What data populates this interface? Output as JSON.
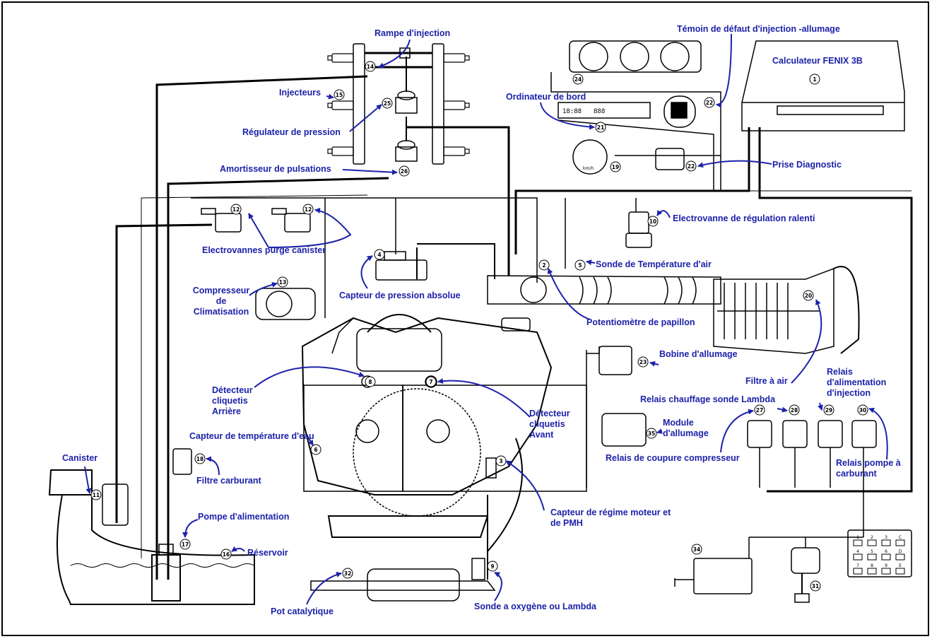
{
  "diagram": {
    "labels": {
      "rampe": "Rampe d'injection",
      "temoin": "Témoin de défaut d'injection -allumage",
      "calculateur": "Calculateur FENIX 3B",
      "injecteurs": "Injecteurs",
      "ordinateur": "Ordinateur de bord",
      "regulateur": "Régulateur de pression",
      "amortisseur": "Amortisseur de pulsations",
      "prise": "Prise Diagnostic",
      "electrovanne_ralenti": "Electrovanne de régulation ralenti",
      "electrovannes_purge": "Electrovannes purge canister",
      "sonde_temp_air": "Sonde de Température d'air",
      "capteur_pression": "Capteur de pression absolue",
      "compresseur_1": "Compresseur",
      "compresseur_2": "de",
      "compresseur_3": "Climatisation",
      "potentiometre": "Potentiomètre de papillon",
      "bobine": "Bobine d'allumage",
      "filtre_air": "Filtre à air",
      "relais_alim_1": "Relais",
      "relais_alim_2": "d'alimentation",
      "relais_alim_3": "d'injection",
      "detecteur_arr_1": "Détecteur",
      "detecteur_arr_2": "cliquetis",
      "detecteur_arr_3": "Arrière",
      "relais_lambda": "Relais chauffage sonde Lambda",
      "module_1": "Module",
      "module_2": "d'allumage",
      "detecteur_av_1": "Détecteur",
      "detecteur_av_2": "cliquetis",
      "detecteur_av_3": "Avant",
      "capteur_temp_eau": "Capteur de température d'eau",
      "relais_compresseur": "Relais de coupure compresseur",
      "canister": "Canister",
      "filtre_carburant": "Filtre carburant",
      "relais_pompe_1": "Relais pompe à",
      "relais_pompe_2": "carburant",
      "pompe": "Pompe d'alimentation",
      "capteur_regime_1": "Capteur de régime moteur et",
      "capteur_regime_2": "de PMH",
      "reservoir": "Réservoir",
      "pot": "Pot catalytique",
      "sonde_lambda": "Sonde a oxygène ou Lambda"
    },
    "numbers": {
      "n1": "1",
      "n2": "2",
      "n3": "3",
      "n4": "4",
      "n5": "5",
      "n6": "6",
      "n7": "7",
      "n8": "8",
      "n9": "9",
      "n10": "10",
      "n11": "11",
      "n12a": "12",
      "n12b": "12",
      "n13": "13",
      "n14": "14",
      "n15": "15",
      "n16": "16",
      "n17": "17",
      "n18": "18",
      "n19": "19",
      "n20": "20",
      "n21": "21",
      "n22a": "22",
      "n22b": "22",
      "n23": "23",
      "n24": "24",
      "n25": "25",
      "n26": "26",
      "n27": "27",
      "n28": "28",
      "n29": "29",
      "n30": "30",
      "n31": "31",
      "n32": "32",
      "n34": "34",
      "n35": "35"
    },
    "dashboard": {
      "clock": "18:88",
      "display": "888",
      "speed_unit": "km/h"
    },
    "keypad": [
      "1",
      "2",
      "3",
      "C",
      "4",
      "5",
      "6",
      "D",
      "7",
      "8",
      "9",
      "E"
    ],
    "colors": {
      "label_text": "#1d22a8",
      "arrow": "#1d22a8",
      "drawing": "#000000",
      "background": "#ffffff"
    }
  }
}
